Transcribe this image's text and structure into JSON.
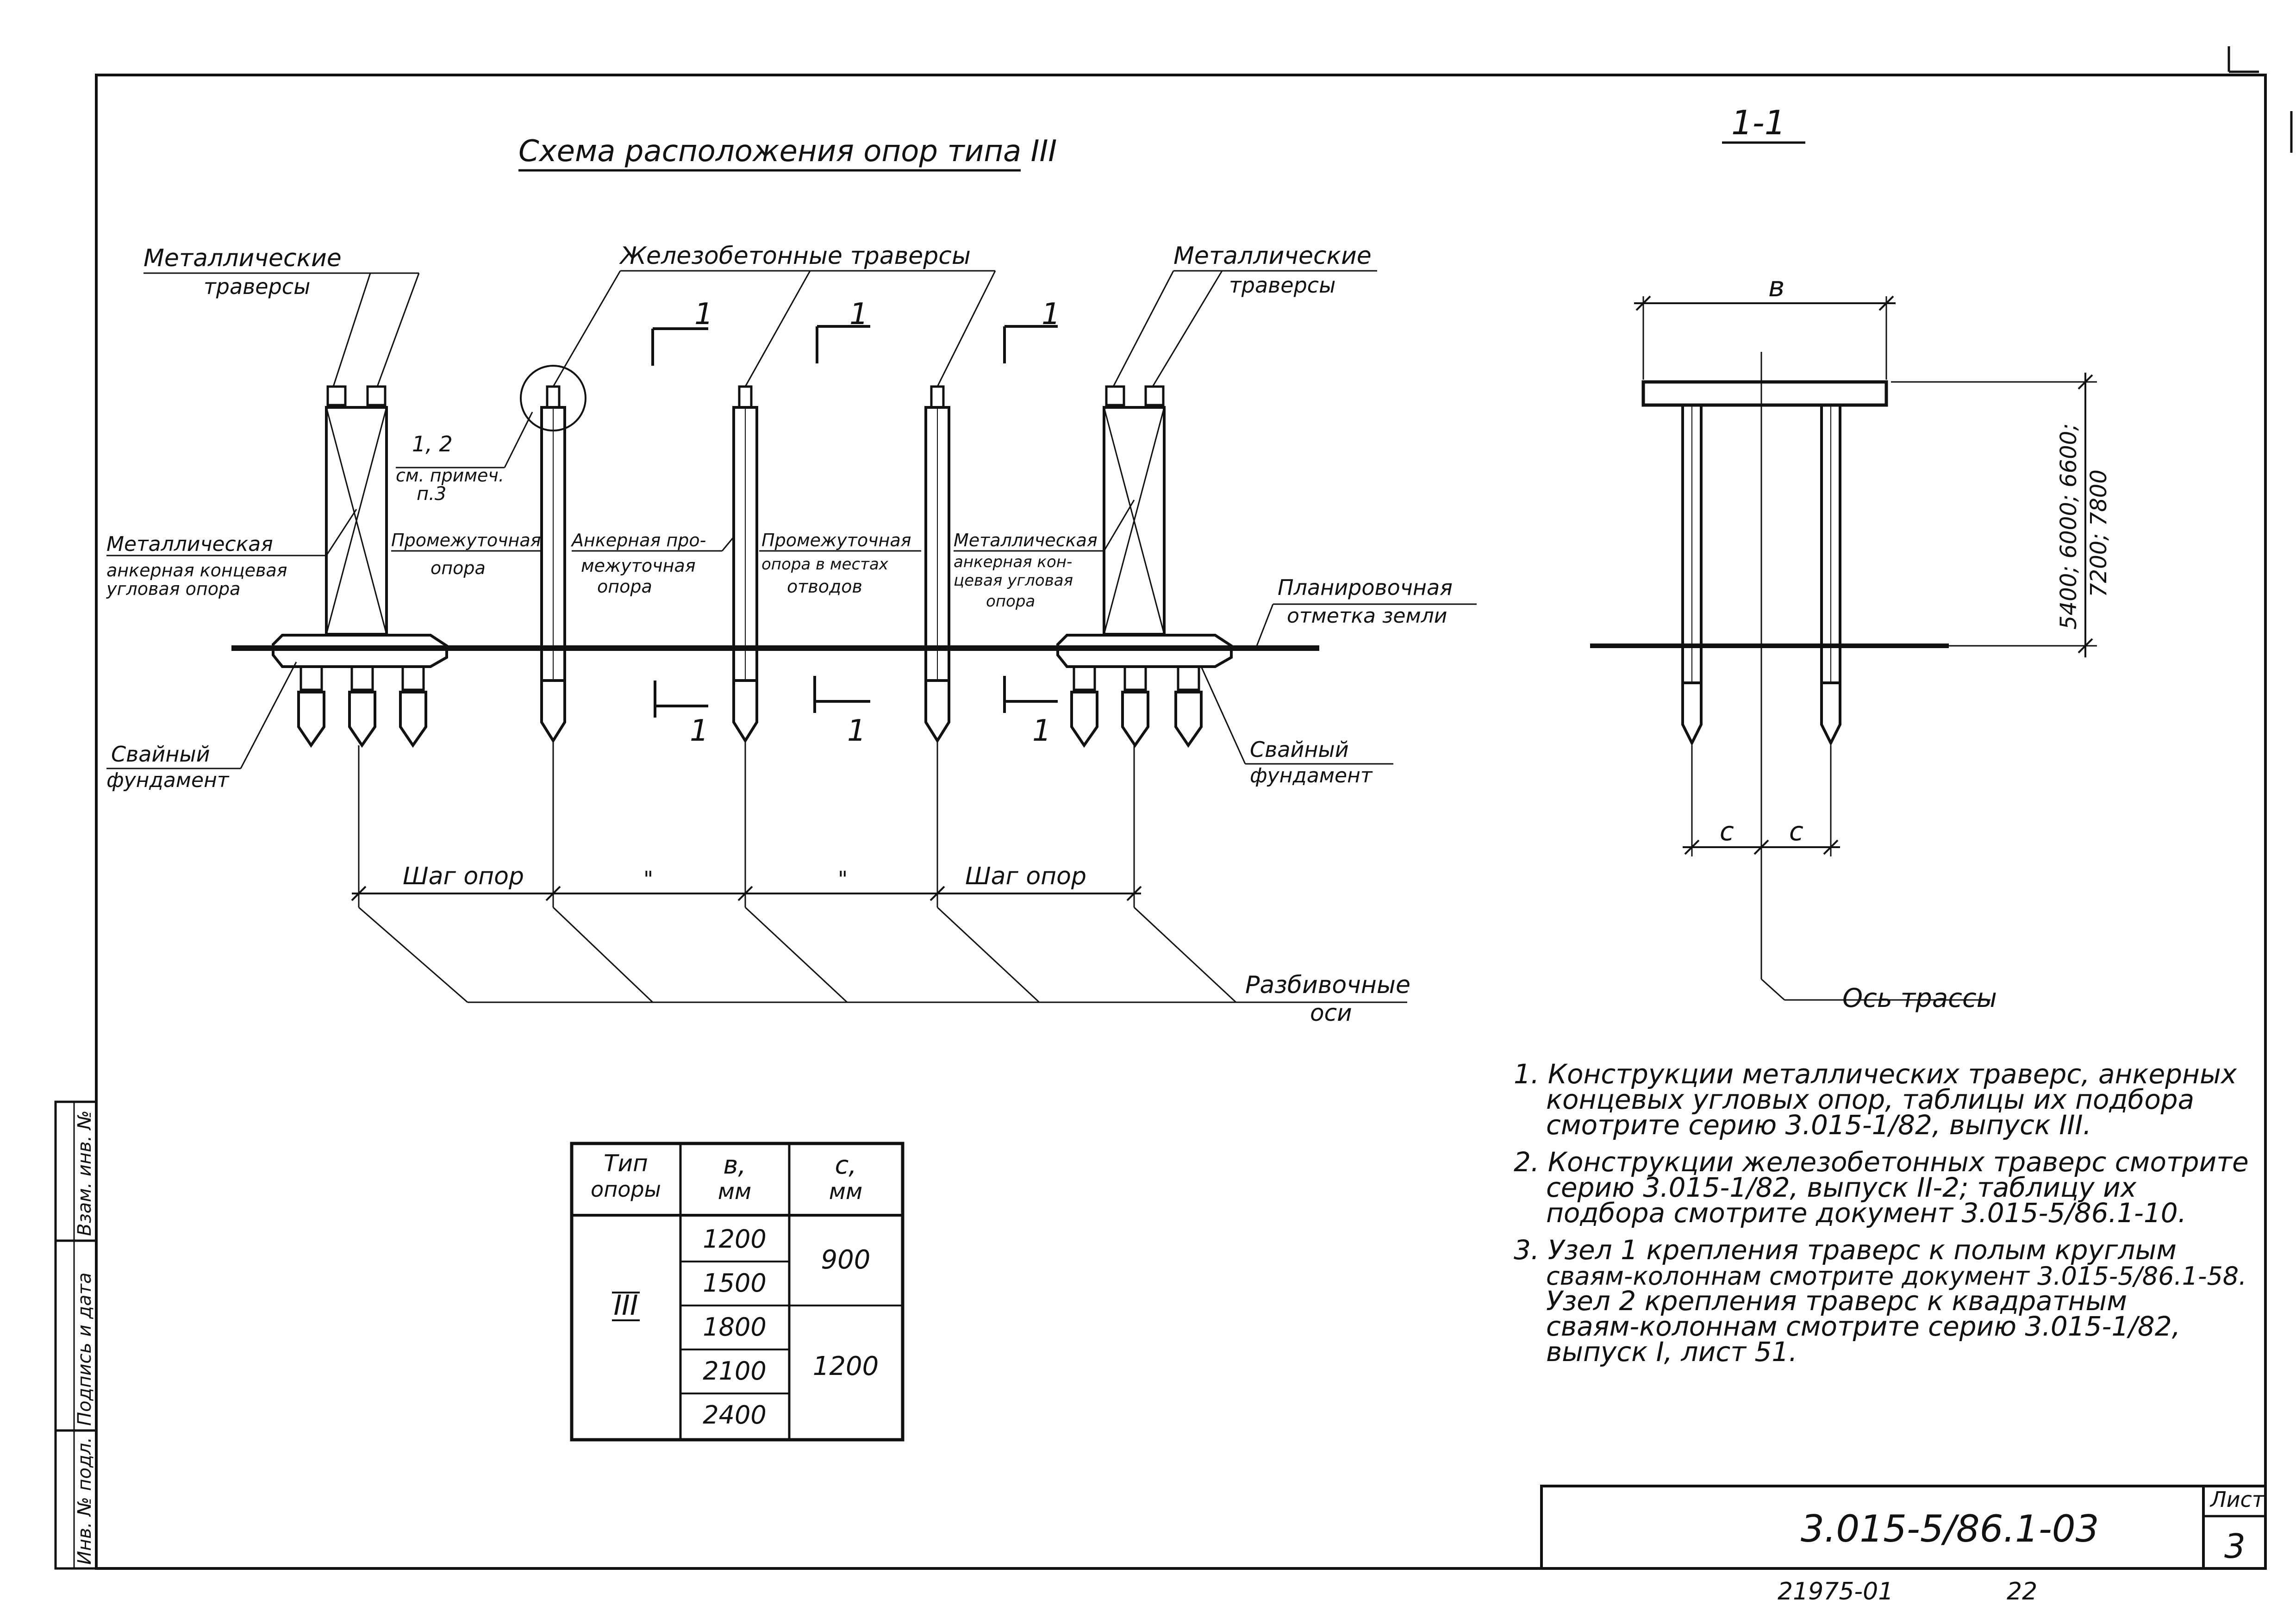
{
  "main_title": "Схема расположения опор типа III",
  "section": {
    "title": "1-1",
    "dim_b": "в",
    "dim_height_1": "5400; 6000; 6600;",
    "dim_height_2": "7200; 7800",
    "dim_c1": "с",
    "dim_c2": "с",
    "axis_label": "Ось трассы"
  },
  "labels": {
    "metal_travers_left_1": "Металлические",
    "metal_travers_left_2": "траверсы",
    "rc_travers": "Железобетонные траверсы",
    "metal_travers_right_1": "Металлические",
    "metal_travers_right_2": "траверсы",
    "node_ref_1": "1, 2",
    "node_ref_2": "см. примеч.",
    "node_ref_3": "п.3",
    "support_1a": "Металлическая",
    "support_1b": "анкерная концевая",
    "support_1c": "угловая опора",
    "support_2a": "Промежуточная",
    "support_2b": "опора",
    "support_3a": "Анкерная про-",
    "support_3b": "межуточная",
    "support_3c": "опора",
    "support_4a": "Промежуточная",
    "support_4b": "опора в местах",
    "support_4c": "отводов",
    "support_5a": "Металлическая",
    "support_5b": "анкерная кон-",
    "support_5c": "цевая угловая",
    "support_5d": "опора",
    "ground_1": "Планировочная",
    "ground_2": "отметка земли",
    "pile_left_1": "Свайный",
    "pile_left_2": "фундамент",
    "pile_right_1": "Свайный",
    "pile_right_2": "фундамент",
    "step_1": "Шаг опор",
    "step_2": "\"",
    "step_3": "\"",
    "step_4": "Шаг опор",
    "axes_1": "Разбивочные",
    "axes_2": "оси",
    "cut_mark": "1"
  },
  "table": {
    "headers": [
      "Тип опоры",
      "в, мм",
      "с, мм"
    ],
    "type": "III",
    "b_values": [
      "1200",
      "1500",
      "1800",
      "2100",
      "2400"
    ],
    "c_values": [
      "900",
      "1200"
    ]
  },
  "notes": [
    "1. Конструкции металлических траверс, анкерных концевых угловых опор, таблицы их подбора смотрите серию 3.015-1/82, выпуск III.",
    "2. Конструкции железобетонных траверс смотрите серию 3.015-1/82, выпуск II-2; таблицу их подбора смотрите документ 3.015-5/86.1-10.",
    "3. Узел 1 крепления траверс к полым круглым сваям-колоннам смотрите документ 3.015-5/86.1-58. Узел 2 крепления траверс к квадратным сваям-колоннам смотрите серию 3.015-1/82, выпуск I, лист 51."
  ],
  "notes_lines": [
    "1. Конструкции металлических траверс, анкерных",
    "концевых угловых опор, таблицы их подбора",
    "смотрите серию 3.015-1/82, выпуск III.",
    "2. Конструкции железобетонных траверс смотрите",
    "серию 3.015-1/82, выпуск II-2; таблицу их",
    "подбора смотрите документ 3.015-5/86.1-10.",
    "3. Узел 1 крепления траверс к полым круглым",
    "сваям-колоннам смотрите документ 3.015-5/86.1-58.",
    "Узел 2 крепления траверс к квадратным",
    "сваям-колоннам смотрите серию 3.015-1/82,",
    "выпуск I, лист 51."
  ],
  "side_stamp": [
    "Инв. № подл.",
    "Подпись и дата",
    "Взам. инв. №"
  ],
  "title_block": {
    "doc_code": "3.015-5/86.1-03",
    "sheet_label": "Лист",
    "sheet_number": "3"
  },
  "footer": {
    "archive": "21975-01",
    "page": "22"
  }
}
